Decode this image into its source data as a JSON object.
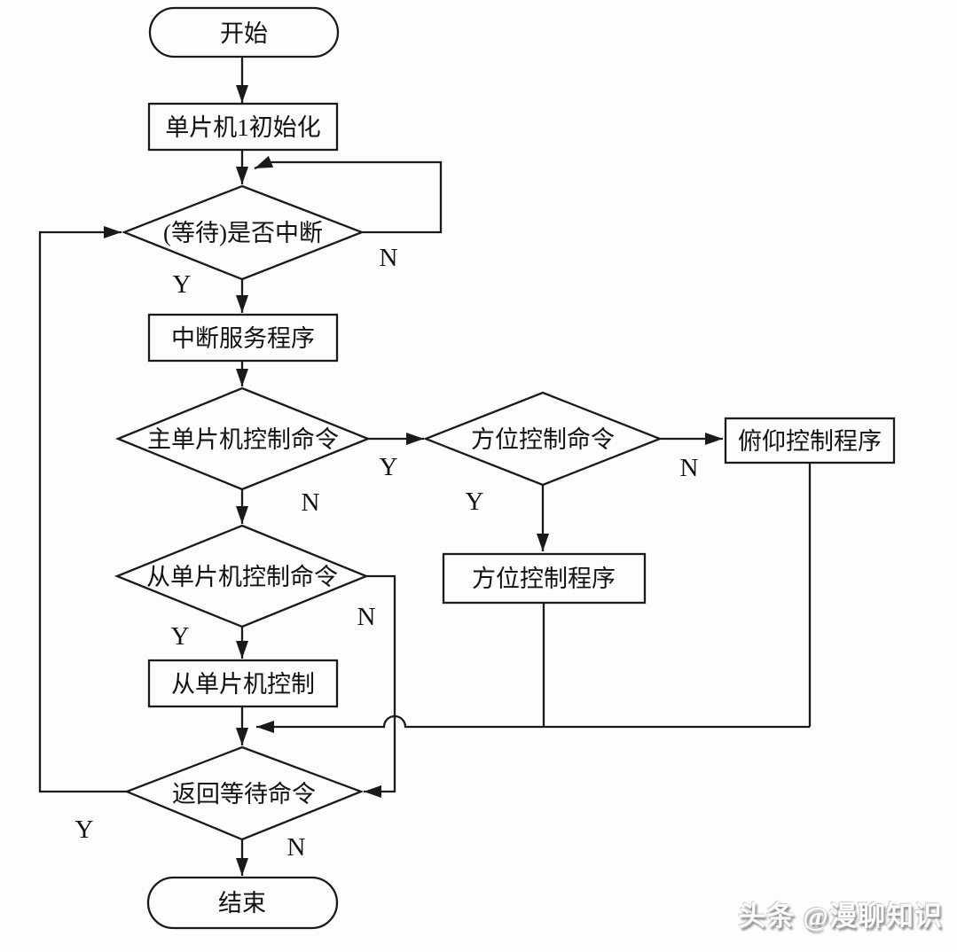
{
  "nodes": {
    "start": {
      "label": "开始"
    },
    "init": {
      "label": "单片机1初始化"
    },
    "wait_interrupt": {
      "label": "(等待)是否中断"
    },
    "isr": {
      "label": "中断服务程序"
    },
    "master_cmd": {
      "label": "主单片机控制命令"
    },
    "azimuth_cmd": {
      "label": "方位控制命令"
    },
    "pitch_program": {
      "label": "俯仰控制程序"
    },
    "azimuth_program": {
      "label": "方位控制程序"
    },
    "slave_cmd": {
      "label": "从单片机控制命令"
    },
    "slave_control": {
      "label": "从单片机控制"
    },
    "return_wait": {
      "label": "返回等待命令"
    },
    "end": {
      "label": "结束"
    }
  },
  "edge_labels": {
    "wait_no": "N",
    "wait_yes": "Y",
    "master_yes": "Y",
    "master_no": "N",
    "azimuth_yes": "Y",
    "azimuth_no": "N",
    "slave_yes": "Y",
    "slave_no": "N",
    "return_yes": "Y",
    "return_no": "N"
  },
  "watermark": "头条 @漫聊知识",
  "colors": {
    "line": "#1a1a1a",
    "text": "#111111",
    "background": "#fdfdfd"
  }
}
